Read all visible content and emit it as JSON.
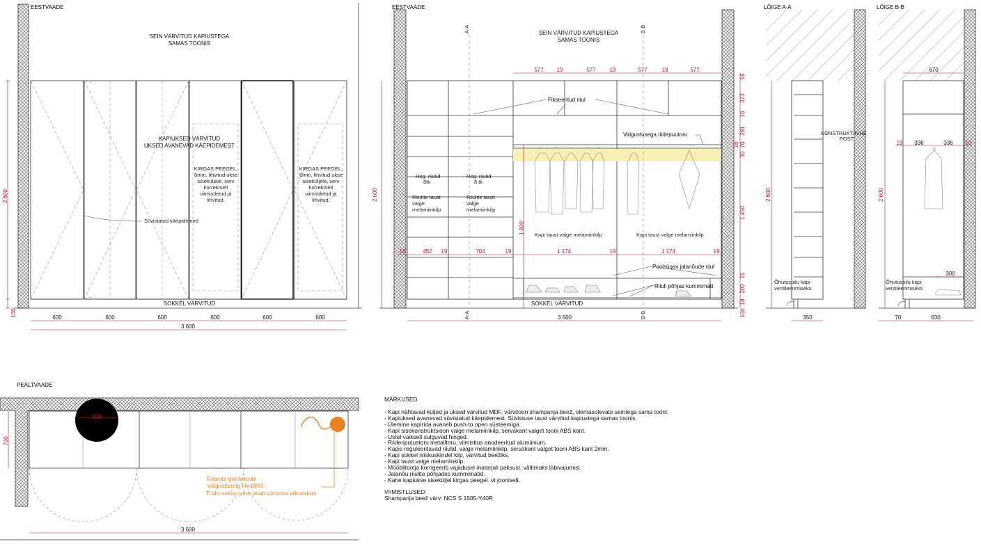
{
  "views": {
    "front1": {
      "title": "EESTVAADE",
      "wall_note": [
        "SEIN VÄRVITUD KAPIUSTEGA",
        "SAMAS TOONIS"
      ],
      "doors_note": [
        "KAPIUKSED VÄRVITUD",
        "UKSED AVANEVAD KÄEPIDEMEST"
      ],
      "mirror_note": [
        "KIRGAS PEEGEL,",
        "6mm, lihvitud ukse",
        "siseküljele, serv",
        "korrektselt",
        "viimistletud ja",
        "lihvitud."
      ],
      "mirror_note2": [
        "KIRGAS PEEGEL,",
        "6mm, lihvitud ukse",
        "siseküljele, serv",
        "korrektselt",
        "viimistletud ja",
        "lihvitud."
      ],
      "handle_note": "Süvistatud käepidemed",
      "plinth_note": "SOKKEL VÄRVITUD",
      "height_total": "2 600",
      "height_plinth": "100",
      "widths": [
        "600",
        "600",
        "600",
        "600",
        "600",
        "600"
      ],
      "width_total": "3 600"
    },
    "front2": {
      "title": "EESTVAADE",
      "wall_note": [
        "SEIN VÄRVITUD KAPIUSTEGA",
        "SAMAS TOONIS"
      ],
      "section_a": "A-A",
      "section_b": "B-B",
      "top_dims": [
        "577",
        "19",
        "577",
        "19",
        "577",
        "19",
        "577"
      ],
      "fixed_shelf": "Fikseeritud riiul",
      "lighting_rail": "Valgustusega riidepuutoru",
      "adj_shelves1": [
        "Reg. riiulid",
        "8tk"
      ],
      "adj_shelves2": [
        "Reg. riiulid",
        "8 tk"
      ],
      "shelf_back1": [
        "Riiulite taust",
        "valge",
        "melamiinkilp"
      ],
      "shelf_back2": [
        "Riiulite taust",
        "valge",
        "melamiinkilp"
      ],
      "back1": "Kapi taust valge melamiinkilp",
      "back2": "Kapi taust valge melamiinkilp",
      "mid_dims": [
        "18",
        "452",
        "19",
        "704",
        "19",
        "1 174",
        "19",
        "1 174",
        "19"
      ],
      "rail_height": "1 800",
      "shoe_shelf": "Poolsügav jalanõude riiul",
      "shelf_rubber": "Riiuli põhjas kummimatt",
      "plinth_note": "SOKKEL VÄRVITUD",
      "height_total": "2 600",
      "width_total": "3 600",
      "right_dims": [
        "18",
        "373",
        "16",
        "291",
        "16",
        "70",
        "30",
        "1 450",
        "16",
        "200",
        "19",
        "100"
      ]
    },
    "section_a": {
      "title": "LÕIGE A-A",
      "post_note": [
        "KONSTRUKTIIVNE",
        "POST"
      ],
      "vent_note": [
        "Õhutuspilu kapi",
        "ventileerimiseks"
      ],
      "height_total": "2 600",
      "depth": "350"
    },
    "section_b": {
      "title": "LÕIGE B-B",
      "depth_top": "670",
      "inner_dims": [
        "19",
        "336",
        "336",
        "10"
      ],
      "vent_note": [
        "Õhutuspilu kapi",
        "ventileerimiseks"
      ],
      "shoe_depth": "300",
      "height_total": "2 600",
      "bottom_dims": [
        "70",
        "630"
      ]
    },
    "plan": {
      "title": "PEALTVAADE",
      "depth": "700",
      "circle_label": "500",
      "power_note": [
        "Toiteots garderoobi",
        "valgustusele H=1800.",
        "Trafo soklis, juhe peab ulatuma põrandani"
      ],
      "width_total": "3 600"
    }
  },
  "notes": {
    "heading": "MÄRKUSED",
    "items": [
      "- Kapi nähtavad küljed ja uksed värvitud MDF, värvitoon shampanja beež, olemasolevate seintega sama tooni.",
      "- Kapiuksed avanevad süvistatud käepidemest. Süvistuse taust värvitud kapiustega samas toonis.",
      "- Ülemine kapirida avaneb push-to open süsteemiga.",
      "- Kapi sisekonstruktsioon valge melamiinkilp, servakant valget tooni ABS kant.",
      "- Ustel vaikselt sulguvad hinged.",
      "- Riideriputustoru metalltoru, viimistlus anodeeritud alumiinium.",
      "- Kapis reguleeritavad riiulid, valge melamiinkilp, servakant valget tooni ABS kant 2mm.",
      "- Kapi sokkel niiskuskindel kilp, värvitud beežiks.",
      "- Kapi taust valge melamiinkilp.",
      "- Mööblitootja korrigeerib vajadusel materjali paksust, vältimaks läbivajumist.",
      "- Jalanõu riiulite põhjades kummimatid.",
      "- Kahe kapiukse siseküljel kirgas peegel. vt jooniselt."
    ],
    "finish_heading": "VIIMISTLUSED:",
    "finish_value": "Shampanja beež värv: NCS S 1505-Y40R"
  },
  "colors": {
    "dimension": "#c8102e",
    "annotation": "#e8821e",
    "line": "#222222",
    "light_strip": "#f6f0b4"
  }
}
